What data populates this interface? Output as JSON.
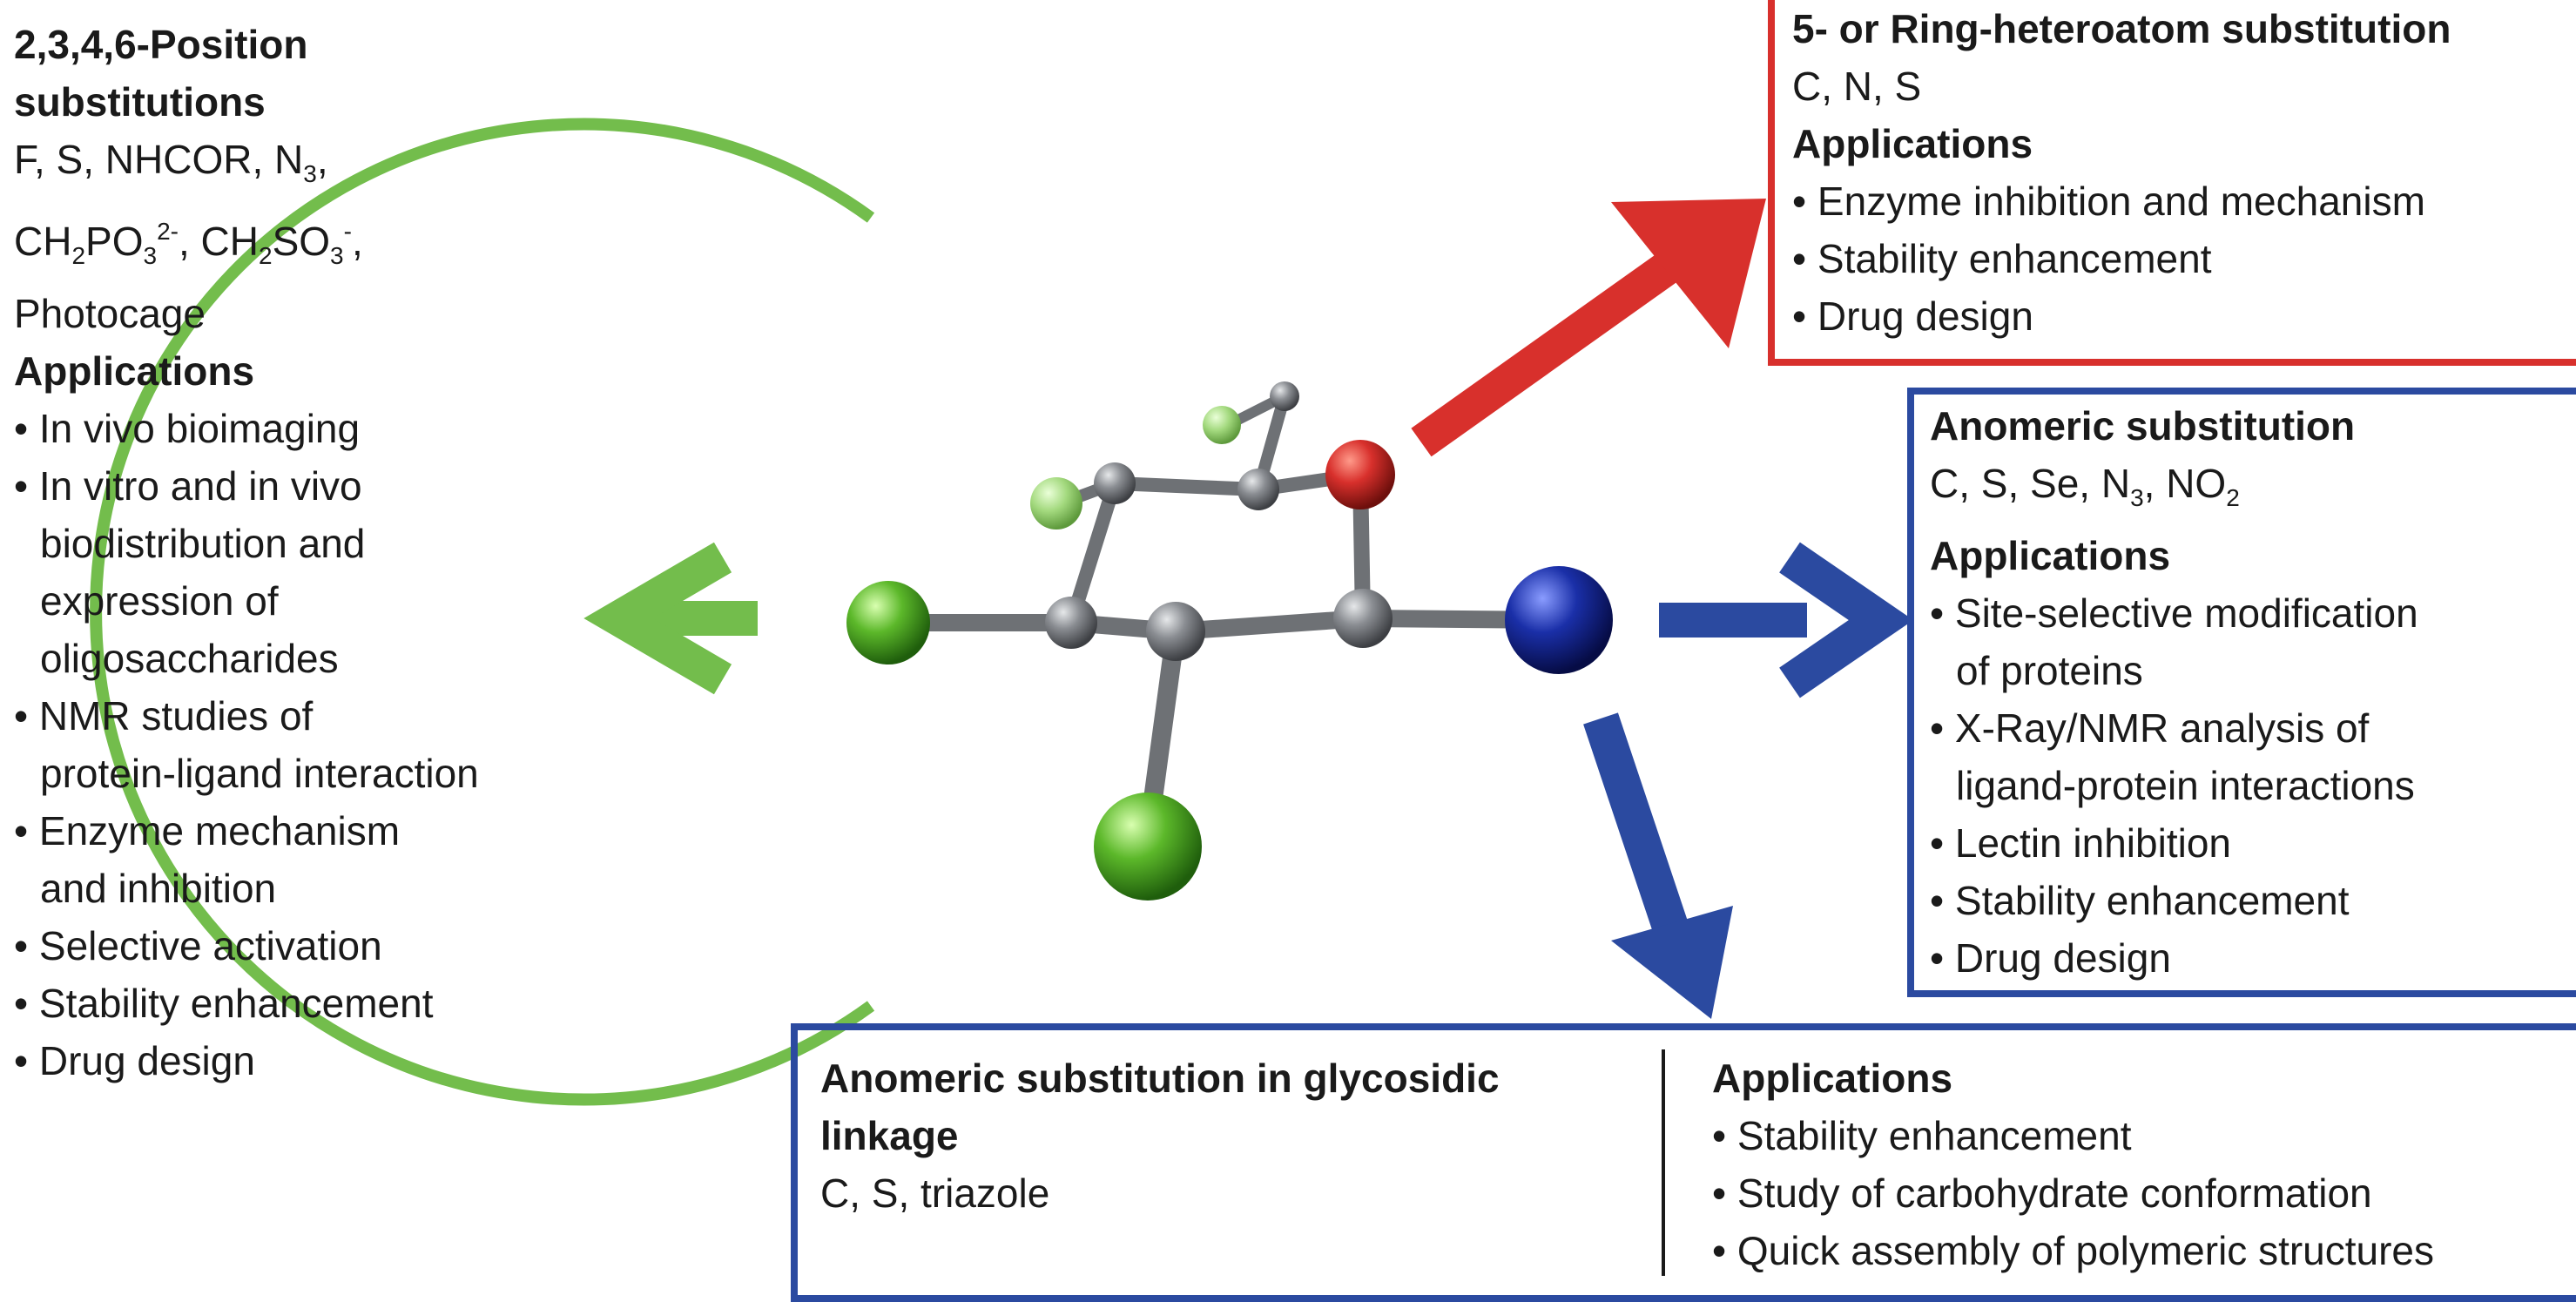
{
  "left": {
    "title_l1": "2,3,4,6-Position",
    "title_l2": "substitutions",
    "subs_l1_text": "F, S, NHCOR, N",
    "subs_l1_sub": "3",
    "subs_l1_tail": ",",
    "subs_l2": [
      {
        "t": "CH",
        "s": "2"
      },
      {
        "t": "PO",
        "s": "3"
      }
    ],
    "subs_l2_charge1": "2-",
    "subs_l2_mid": ", CH",
    "subs_l2_sub2": "2",
    "subs_l2_so": "SO",
    "subs_l2_sub3": "3",
    "subs_l2_charge2": "-",
    "subs_l2_tail": ",",
    "subs_l3": "Photocage",
    "applications_label": "Applications",
    "items": [
      "• In vivo bioimaging",
      "• In vitro and in vivo",
      "biodistribution and",
      "expression of",
      "oligosaccharides",
      "• NMR studies of",
      "protein-ligand interaction",
      "• Enzyme mechanism",
      "and inhibition",
      "• Selective activation",
      "• Stability enhancement",
      "• Drug design"
    ]
  },
  "ring": {
    "title": "5- or Ring-heteroatom substitution",
    "subs": "C, N, S",
    "applications_label": "Applications",
    "items": [
      "• Enzyme inhibition and mechanism",
      "• Stability enhancement",
      "• Drug design"
    ]
  },
  "anomeric": {
    "title": "Anomeric substitution",
    "subs_pre": "C, S, Se, N",
    "subs_sub1": "3",
    "subs_mid": ", NO",
    "subs_sub2": "2",
    "applications_label": "Applications",
    "items": [
      "• Site-selective modification",
      "of proteins",
      "• X-Ray/NMR analysis of",
      "ligand-protein interactions",
      "• Lectin inhibition",
      "• Stability enhancement",
      "• Drug design"
    ]
  },
  "glycosidic": {
    "title_l1": "Anomeric substitution in glycosidic",
    "title_l2": "linkage",
    "subs": "C, S, triazole",
    "applications_label": "Applications",
    "items": [
      "• Stability enhancement",
      "• Study of carbohydrate conformation",
      "• Quick assembly of polymeric structures"
    ]
  },
  "colors": {
    "green": "#73bd4c",
    "red": "#d8302c",
    "blue": "#2b4aa0",
    "oxygen": "#c92a20",
    "nitrogen": "#0f1f8c",
    "carbon": "#6a6d72",
    "halogen": "#5cb82a"
  }
}
